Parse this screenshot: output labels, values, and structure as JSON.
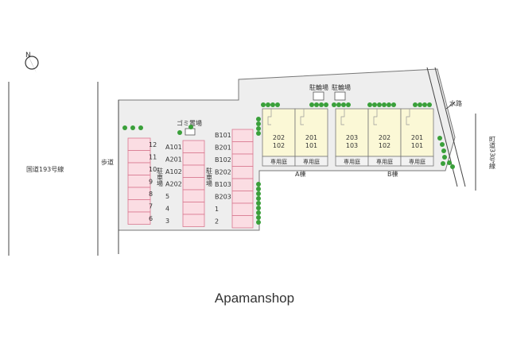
{
  "compass": {
    "label": "N"
  },
  "roads": {
    "national_route": "国道193号線",
    "sidewalk": "歩道",
    "town_road": "町道33号線",
    "waterway": "水路"
  },
  "parking": {
    "label": "駐車場",
    "left_column": [
      "12",
      "11",
      "10",
      "9",
      "8",
      "7",
      "6"
    ],
    "middle_labels": [
      "A101",
      "A201",
      "A102",
      "A202",
      "5",
      "4",
      "3"
    ],
    "right_labels": [
      "B101",
      "B201",
      "B102",
      "B202",
      "B103",
      "B203",
      "1",
      "2"
    ]
  },
  "facilities": {
    "garbage": "ゴミ置場",
    "bicycle_1": "駐輪場",
    "bicycle_2": "駐輪場"
  },
  "building_a": {
    "name": "A棟",
    "units": [
      {
        "upper": "202",
        "lower": "102",
        "garden": "専用庭"
      },
      {
        "upper": "201",
        "lower": "101",
        "garden": "専用庭"
      }
    ]
  },
  "building_b": {
    "name": "B棟",
    "units": [
      {
        "upper": "203",
        "lower": "103",
        "garden": "専用庭"
      },
      {
        "upper": "202",
        "lower": "102",
        "garden": "専用庭"
      },
      {
        "upper": "201",
        "lower": "101",
        "garden": "専用庭"
      }
    ]
  },
  "watermark": "Apamanshop",
  "colors": {
    "lot": "#eeeeee",
    "parking": "#fbdde3",
    "parking_stroke": "#d9788f",
    "building": "#fbf8d6",
    "tree": "#3aa03a"
  }
}
